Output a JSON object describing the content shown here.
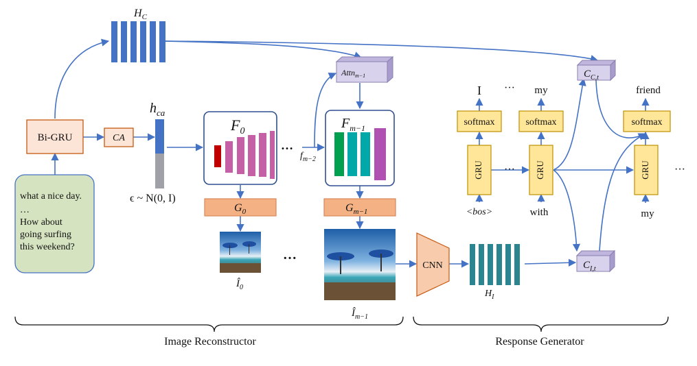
{
  "colors": {
    "arrow": "#4472c4",
    "hc_bars": "#4472c4",
    "hi_bars": "#2b8590",
    "bigru_fill": "#fce4d6",
    "bigru_stroke": "#c55a11",
    "context_fill": "#d5e3c0",
    "context_stroke": "#4472c4",
    "g_fill": "#f4b183",
    "g_stroke": "#d9895a",
    "attn_fill": "#d9d2ec",
    "softmax_fill": "#ffe699",
    "softmax_stroke": "#bf9000",
    "cnn_fill": "#f8cbad",
    "f0_bars": [
      "#c00000",
      "#c55fa6",
      "#c55fa6",
      "#c55fa6",
      "#c55fa6",
      "#c55fa6"
    ],
    "fm1_bars": [
      "#00a050",
      "#00a8a8",
      "#00a8a8",
      "#b050b0"
    ]
  },
  "encoder": {
    "context_lines": [
      "what a nice day.",
      "…",
      "How about",
      "going surfing",
      "this weekend?"
    ],
    "bigru_label": "Bi-GRU",
    "ca_label": "CA",
    "hc_label_base": "H",
    "hc_label_sub": "C",
    "hca_label_base": "h",
    "hca_label_sub": "ca",
    "noise_label": "ϵ ~ N(0, I)"
  },
  "reconstructor": {
    "f0_base": "F",
    "f0_sub": "0",
    "fm1_base": "F",
    "fm1_sub": "m−1",
    "g0_base": "G",
    "g0_sub": "0",
    "gm1_base": "G",
    "gm1_sub": "m−1",
    "attn_base": "Attn",
    "attn_sub": "m−1",
    "fm2_base": "f",
    "fm2_sub": "m−2",
    "i0_base": "Î",
    "i0_sub": "0",
    "im1_base": "Î",
    "im1_sub": "m−1",
    "ellipsis": "…",
    "dots": "···"
  },
  "generator": {
    "cnn_label": "CNN",
    "hi_base": "H",
    "hi_sub": "I",
    "cct_base": "C",
    "cct_sub": "C,t",
    "cit_base": "C",
    "cit_sub": "I,t",
    "softmax_label": "softmax",
    "gru_label": "GRU",
    "outputs": [
      "I",
      "my",
      "friend"
    ],
    "inputs": [
      "<bos>",
      "with",
      "my"
    ],
    "dots": "···"
  },
  "sections": {
    "left": "Image Reconstructor",
    "right": "Response Generator"
  }
}
